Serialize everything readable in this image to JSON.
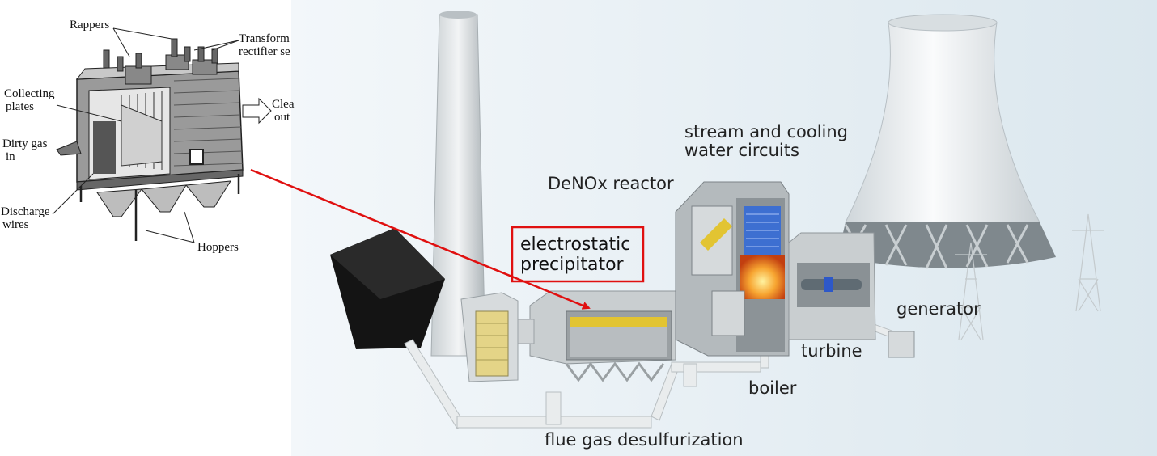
{
  "left_diagram": {
    "labels": {
      "rappers": "Rappers",
      "transformer_1": "Transform",
      "transformer_2": "rectifier se",
      "collecting_1": "Collecting",
      "collecting_2": "plates",
      "clean_1": "Clea",
      "clean_2": "out",
      "dirty_1": "Dirty gas",
      "dirty_2": "in",
      "discharge_1": "Discharge",
      "discharge_2": "wires",
      "hoppers": "Hoppers"
    }
  },
  "plant_diagram": {
    "labels": {
      "steam_1": "stream and cooling",
      "steam_2": "water circuits",
      "denox": "DeNOx reactor",
      "esp_1": "electrostatic",
      "esp_2": "precipitator",
      "generator": "generator",
      "turbine": "turbine",
      "boiler": "boiler",
      "fgd": "flue gas desulfurization"
    },
    "highlight_color": "#e01010",
    "arrow_color": "#e01010",
    "background_color": "#e6eef3"
  }
}
